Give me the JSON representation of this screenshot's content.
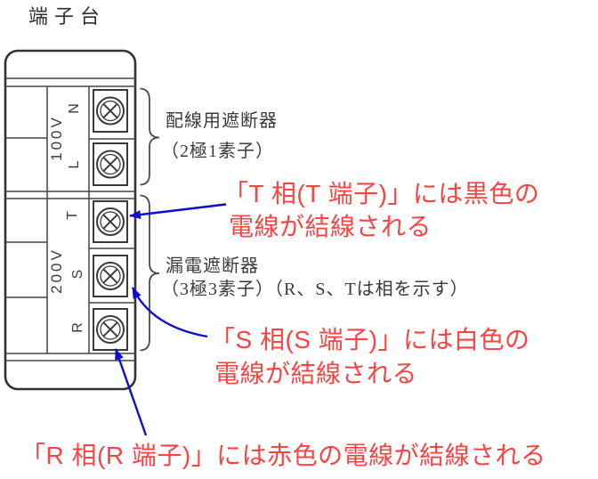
{
  "title": "端子台",
  "block": {
    "groups": [
      {
        "voltage": "100V",
        "terminals": [
          "N",
          "L"
        ]
      },
      {
        "voltage": "200V",
        "terminals": [
          "T",
          "S",
          "R"
        ]
      }
    ]
  },
  "callouts": {
    "breaker1": {
      "name": "配線用遮断器",
      "detail": "（2極1素子）"
    },
    "breaker2": {
      "name": "漏電遮断器",
      "detail": "（3極3素子）（R、S、Tは相を示す）"
    }
  },
  "annotations": {
    "t_phase": {
      "line1": "「T 相(T 端子)」には黒色の",
      "line2": "電線が結線される"
    },
    "s_phase": {
      "line1": "「S 相(S 端子)」には白色の",
      "line2": "電線が結線される"
    },
    "r_phase": {
      "line1": "「R 相(R 端子)」には赤色の電線が結線される"
    }
  },
  "colors": {
    "annotation_red": "#fa4343",
    "arrow_blue": "#0d0dd0",
    "line_dark": "#3a3a3a"
  }
}
